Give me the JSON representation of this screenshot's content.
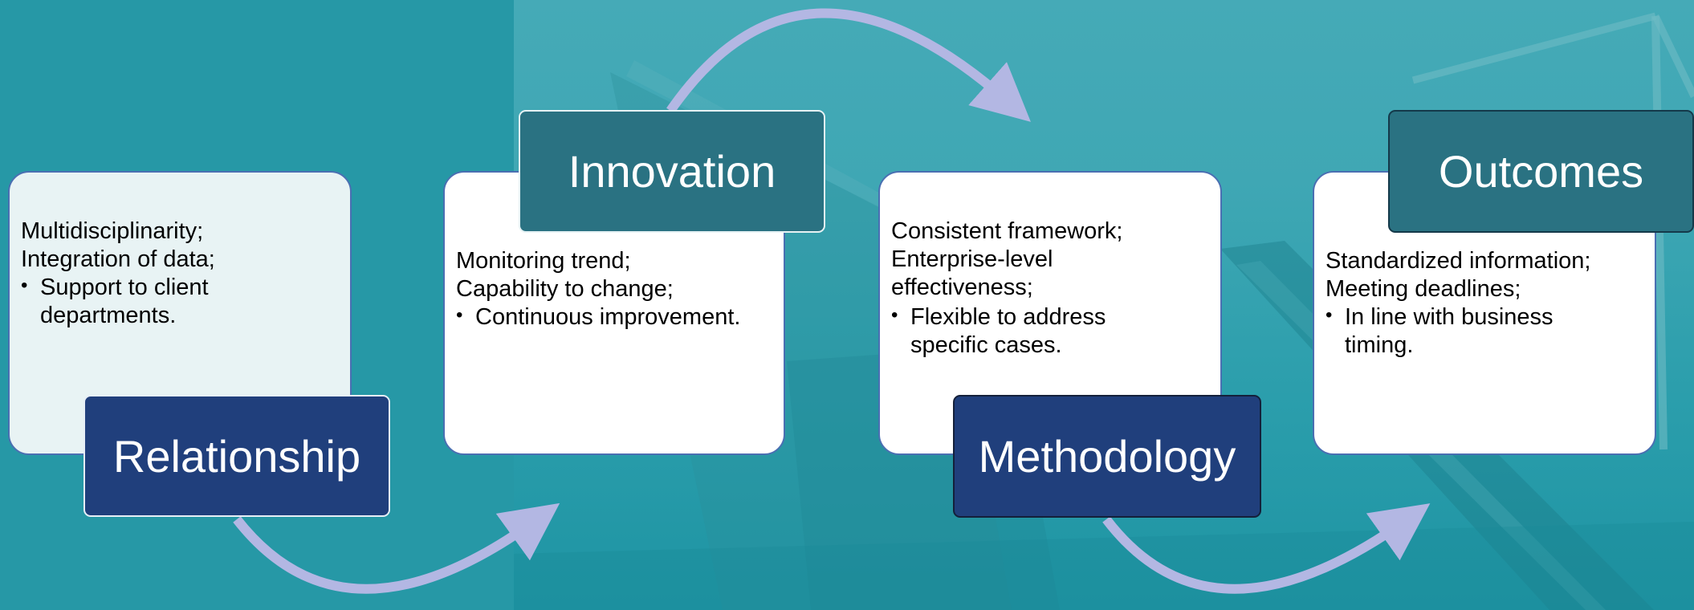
{
  "colors": {
    "card_border": "#4a6fb2",
    "arrow": "#b3b7e3",
    "teal_label": "#2a7282",
    "navy_label": "#203f7c",
    "background": "#2596a5"
  },
  "stages": [
    {
      "label": "Relationship",
      "lines": [
        "Multidisciplinarity;",
        "Integration of data;"
      ],
      "bullet": "Support to client departments."
    },
    {
      "label": "Innovation",
      "lines": [
        "Monitoring trend;",
        "Capability to change;"
      ],
      "bullet": "Continuous improvement."
    },
    {
      "label": "Methodology",
      "lines": [
        "Consistent framework;",
        "Enterprise-level effectiveness;"
      ],
      "bullet": "Flexible to address specific cases."
    },
    {
      "label": "Outcomes",
      "lines": [
        "Standardized information;",
        "Meeting deadlines;"
      ],
      "bullet": "In line with business timing."
    }
  ],
  "bullet_glyph": "•"
}
